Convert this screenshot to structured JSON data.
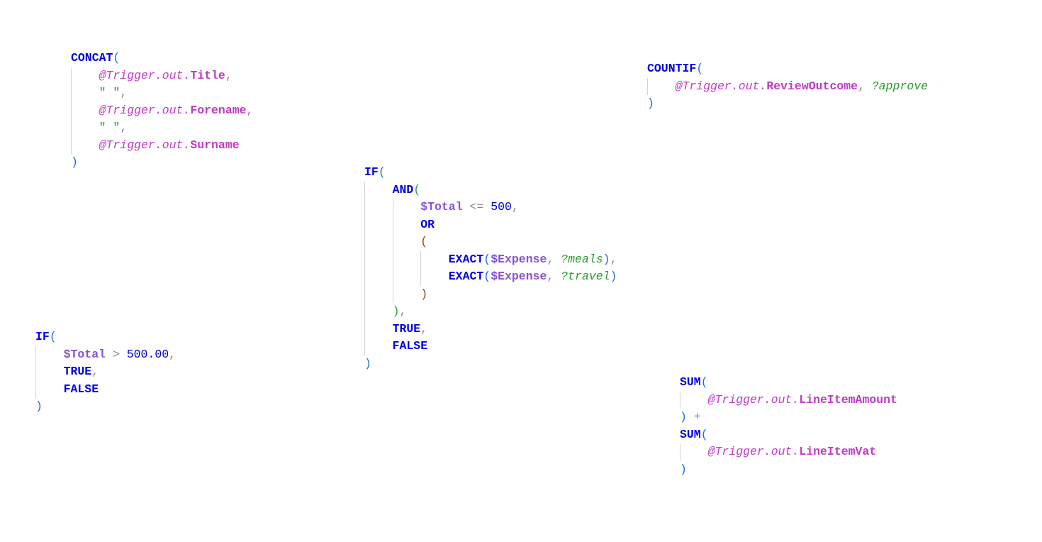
{
  "blocks": [
    {
      "name": "concat-expression",
      "lines": [
        {
          "indent": 0,
          "tokens": [
            [
              "fn",
              "CONCAT"
            ],
            [
              "p1",
              "("
            ]
          ]
        },
        {
          "indent": 1,
          "tokens": [
            [
              "ref",
              "@Trigger.out."
            ],
            [
              "field",
              "Title"
            ],
            [
              "punc",
              ","
            ]
          ]
        },
        {
          "indent": 1,
          "tokens": [
            [
              "str",
              "\" \""
            ],
            [
              "punc",
              ","
            ]
          ]
        },
        {
          "indent": 1,
          "tokens": [
            [
              "ref",
              "@Trigger.out."
            ],
            [
              "field",
              "Forename"
            ],
            [
              "punc",
              ","
            ]
          ]
        },
        {
          "indent": 1,
          "tokens": [
            [
              "str",
              "\" \""
            ],
            [
              "punc",
              ","
            ]
          ]
        },
        {
          "indent": 1,
          "tokens": [
            [
              "ref",
              "@Trigger.out."
            ],
            [
              "field",
              "Surname"
            ]
          ]
        },
        {
          "indent": 0,
          "tokens": [
            [
              "p1",
              ")"
            ]
          ]
        }
      ]
    },
    {
      "name": "countif-expression",
      "lines": [
        {
          "indent": 0,
          "tokens": [
            [
              "fn",
              "COUNTIF"
            ],
            [
              "p1",
              "("
            ]
          ]
        },
        {
          "indent": 1,
          "tokens": [
            [
              "ref",
              "@Trigger.out."
            ],
            [
              "field",
              "ReviewOutcome"
            ],
            [
              "punc",
              ", "
            ],
            [
              "opt",
              "?approve"
            ]
          ]
        },
        {
          "indent": 0,
          "tokens": [
            [
              "p1",
              ")"
            ]
          ]
        }
      ]
    },
    {
      "name": "if-and-or-expression",
      "lines": [
        {
          "indent": 0,
          "tokens": [
            [
              "fn",
              "IF"
            ],
            [
              "p1",
              "("
            ]
          ]
        },
        {
          "indent": 1,
          "tokens": [
            [
              "fn",
              "AND"
            ],
            [
              "p2",
              "("
            ]
          ]
        },
        {
          "indent": 2,
          "tokens": [
            [
              "var",
              "$Total"
            ],
            [
              "op",
              " <= "
            ],
            [
              "num",
              "500"
            ],
            [
              "punc",
              ","
            ]
          ]
        },
        {
          "indent": 2,
          "tokens": [
            [
              "kw",
              "OR"
            ]
          ]
        },
        {
          "indent": 2,
          "tokens": [
            [
              "p3",
              "("
            ]
          ]
        },
        {
          "indent": 3,
          "tokens": [
            [
              "fn",
              "EXACT"
            ],
            [
              "p1",
              "("
            ],
            [
              "var",
              "$Expense"
            ],
            [
              "punc",
              ", "
            ],
            [
              "opt",
              "?meals"
            ],
            [
              "p1",
              ")"
            ],
            [
              "punc",
              ","
            ]
          ]
        },
        {
          "indent": 3,
          "tokens": [
            [
              "fn",
              "EXACT"
            ],
            [
              "p1",
              "("
            ],
            [
              "var",
              "$Expense"
            ],
            [
              "punc",
              ", "
            ],
            [
              "opt",
              "?travel"
            ],
            [
              "p1",
              ")"
            ]
          ]
        },
        {
          "indent": 2,
          "tokens": [
            [
              "p3",
              ")"
            ]
          ]
        },
        {
          "indent": 1,
          "tokens": [
            [
              "p2",
              ")"
            ],
            [
              "punc",
              ","
            ]
          ]
        },
        {
          "indent": 1,
          "tokens": [
            [
              "kw",
              "TRUE"
            ],
            [
              "punc",
              ","
            ]
          ]
        },
        {
          "indent": 1,
          "tokens": [
            [
              "kw",
              "FALSE"
            ]
          ]
        },
        {
          "indent": 0,
          "tokens": [
            [
              "p1",
              ")"
            ]
          ]
        }
      ]
    },
    {
      "name": "if-total-expression",
      "lines": [
        {
          "indent": 0,
          "tokens": [
            [
              "fn",
              "IF"
            ],
            [
              "p1",
              "("
            ]
          ]
        },
        {
          "indent": 1,
          "tokens": [
            [
              "var",
              "$Total"
            ],
            [
              "op",
              " > "
            ],
            [
              "num",
              "500.00"
            ],
            [
              "punc",
              ","
            ]
          ]
        },
        {
          "indent": 1,
          "tokens": [
            [
              "kw",
              "TRUE"
            ],
            [
              "punc",
              ","
            ]
          ]
        },
        {
          "indent": 1,
          "tokens": [
            [
              "kw",
              "FALSE"
            ]
          ]
        },
        {
          "indent": 0,
          "tokens": [
            [
              "p1",
              ")"
            ]
          ]
        }
      ]
    },
    {
      "name": "sum-expression",
      "lines": [
        {
          "indent": 0,
          "tokens": [
            [
              "fn",
              "SUM"
            ],
            [
              "p1",
              "("
            ]
          ]
        },
        {
          "indent": 1,
          "tokens": [
            [
              "ref",
              "@Trigger.out."
            ],
            [
              "field",
              "LineItemAmount"
            ]
          ]
        },
        {
          "indent": 0,
          "tokens": [
            [
              "p1",
              ")"
            ],
            [
              "op",
              " +"
            ]
          ]
        },
        {
          "indent": 0,
          "tokens": [
            [
              "fn",
              "SUM"
            ],
            [
              "p1",
              "("
            ]
          ]
        },
        {
          "indent": 1,
          "tokens": [
            [
              "ref",
              "@Trigger.out."
            ],
            [
              "field",
              "LineItemVat"
            ]
          ]
        },
        {
          "indent": 0,
          "tokens": [
            [
              "p1",
              ")"
            ]
          ]
        }
      ]
    }
  ]
}
